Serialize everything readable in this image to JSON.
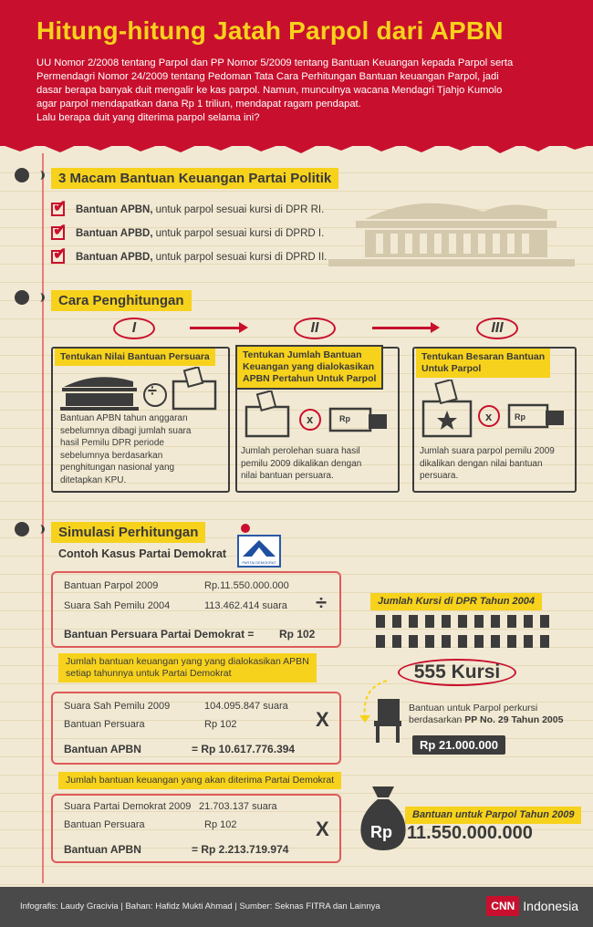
{
  "header": {
    "title": "Hitung-hitung Jatah Parpol dari APBN",
    "intro_lines": [
      "UU Nomor 2/2008 tentang Parpol dan PP Nomor 5/2009 tentang Bantuan Keuangan kepada Parpol serta",
      "Permendagri Nomor 24/2009 tentang Pedoman Tata Cara Perhitungan Bantuan keuangan Parpol, jadi",
      "dasar berapa banyak duit mengalir ke kas parpol. Namun, munculnya wacana Mendagri Tjahjo Kumolo",
      "agar parpol mendapatkan dana Rp 1 triliun, mendapat ragam pendapat.",
      "Lalu berapa duit yang diterima parpol selama ini?"
    ]
  },
  "section1": {
    "title": "3 Macam Bantuan Keuangan Partai Politik",
    "items": [
      {
        "bold": "Bantuan APBN,",
        "text": "untuk parpol sesuai kursi di DPR RI."
      },
      {
        "bold": "Bantuan APBD,",
        "text": "untuk parpol sesuai kursi di DPRD I."
      },
      {
        "bold": "Bantuan APBD,",
        "text": "untuk parpol sesuai kursi di DPRD II."
      }
    ]
  },
  "section2": {
    "title": "Cara Penghitungan",
    "steps": [
      {
        "roman": "I",
        "head": [
          "Tentukan Nilai Bantuan Persuara"
        ],
        "desc": [
          "Bantuan APBN tahun anggaran",
          "sebelumnya dibagi jumlah suara",
          "hasil Pemilu DPR periode",
          "sebelumnya berdasarkan",
          "penghitungan nasional yang",
          "ditetapkan KPU."
        ]
      },
      {
        "roman": "II",
        "head": [
          "Tentukan Jumlah Bantuan",
          "Keuangan yang dialokasikan",
          "APBN Pertahun Untuk Parpol"
        ],
        "desc": [
          "Jumlah perolehan suara hasil",
          "pemilu 2009 dikalikan dengan",
          "nilai bantuan persuara."
        ]
      },
      {
        "roman": "III",
        "head": [
          "Tentukan Besaran Bantuan",
          "Untuk Parpol"
        ],
        "desc": [
          "Jumlah suara parpol pemilu 2009",
          "dikalikan dengan nilai bantuan",
          "persuara."
        ]
      }
    ],
    "divide_sign": "÷",
    "times_sign": "x",
    "rp_label": "Rp"
  },
  "section3": {
    "title": "Simulasi Perhitungan",
    "subtitle": "Contoh Kasus Partai Demokrat",
    "logo_text": "PARTAI DEMOKRAT",
    "box1": {
      "rows": [
        {
          "label": "Bantuan Parpol 2009",
          "value": "Rp.11.550.000.000"
        },
        {
          "label": "Suara Sah Pemilu 2004",
          "value": "113.462.414 suara"
        }
      ],
      "total_label": "Bantuan Persuara Partai Demokrat =",
      "total_value": "Rp 102",
      "op": "÷"
    },
    "label2": [
      "Jumlah bantuan keuangan yang yang dialokasikan APBN",
      "setiap tahunnya untuk Partai Demokrat"
    ],
    "box2": {
      "rows": [
        {
          "label": "Suara Sah Pemilu 2009",
          "value": "104.095.847 suara"
        },
        {
          "label": "Bantuan Persuara",
          "value": "Rp 102"
        }
      ],
      "total_label": "Bantuan APBN",
      "total_value": "= Rp 10.617.776.394",
      "op": "X"
    },
    "label3": "Jumlah bantuan keuangan yang akan diterima Partai Demokrat",
    "box3": {
      "rows": [
        {
          "label": "Suara Partai Demokrat 2009",
          "value": "21.703.137 suara"
        },
        {
          "label": "Bantuan Persuara",
          "value": "Rp 102"
        }
      ],
      "total_label": "Bantuan APBN",
      "total_value": "= Rp 2.213.719.974",
      "op": "X"
    },
    "kursi": {
      "label": "Jumlah Kursi di DPR Tahun 2004",
      "value": "555 Kursi",
      "per_kursi_lines": [
        "Bantuan untuk Parpol perkursi",
        "berdasarkan"
      ],
      "per_kursi_bold": "PP No. 29 Tahun 2005",
      "per_kursi_amount": "Rp 21.000.000"
    },
    "total_bantuan": {
      "label": "Bantuan untuk Parpol Tahun 2009",
      "value": "11.550.000.000",
      "rp": "Rp"
    }
  },
  "footer": {
    "credit": "Infografis: Laudy Gracivia | Bahan: Hafidz Mukti Ahmad | Sumber: Seknas FITRA dan Lainnya",
    "logo_cnn": "CNN",
    "logo_indonesia": "Indonesia"
  },
  "colors": {
    "red": "#c8102e",
    "yellow": "#f7d21c",
    "paper": "#f1e9d3",
    "dark": "#3c3c3c"
  }
}
